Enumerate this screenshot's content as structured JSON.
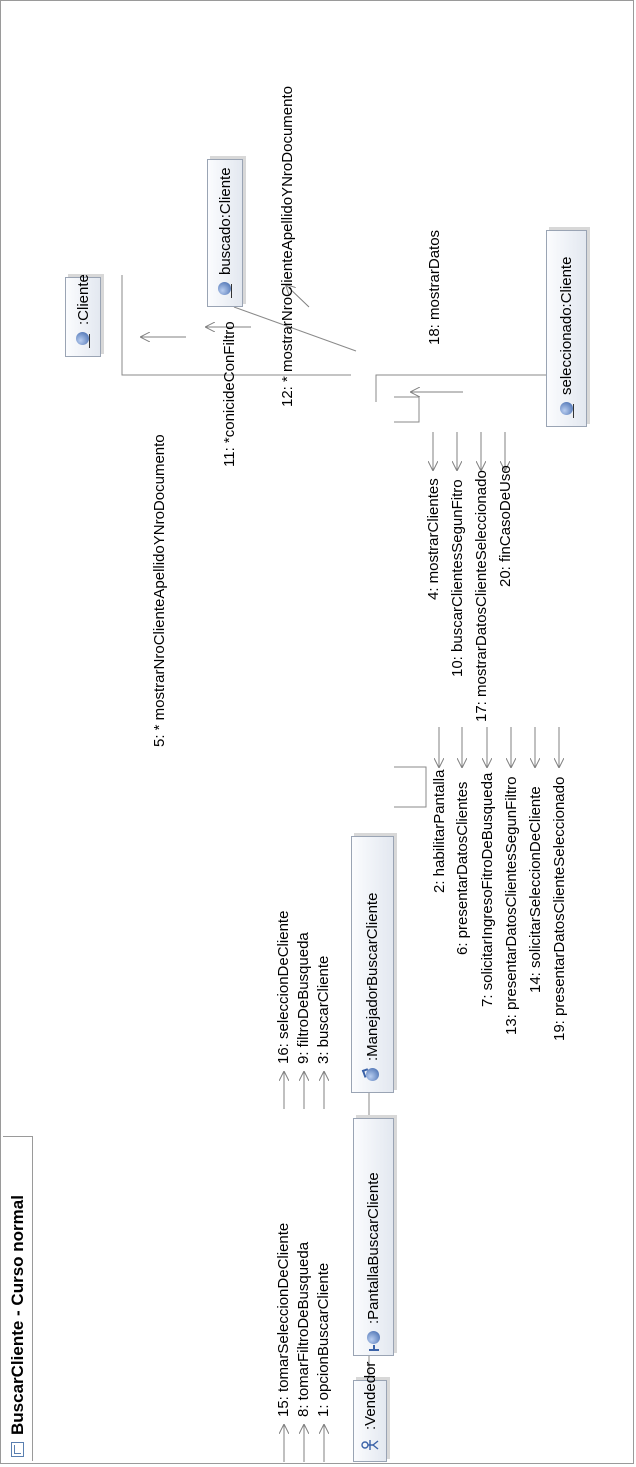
{
  "diagram": {
    "title": "BuscarCliente - Curso normal",
    "objects": {
      "vendedor": ":Vendedor",
      "pantalla": ":PantallaBuscarCliente",
      "manejador": ":ManejadorBuscarCliente",
      "cliente": ":Cliente",
      "buscado": "buscado:Cliente",
      "seleccionado": "seleccionado:Cliente"
    },
    "messages": {
      "vendedor_to_pantalla": [
        "15: tomarSeleccionDeCliente",
        "8: tomarFiltroDeBusqueda",
        "1: opcionBuscarCliente"
      ],
      "pantalla_to_manejador": [
        "16: seleccionDeCliente",
        "9: filtroDeBusqueda",
        "3: buscarCliente"
      ],
      "pantalla_self": [
        "2: habilitarPantalla",
        "6: presentarDatosClientes",
        "7: solicitarIngresoFitroDeBusqueda",
        "13: presentarDatosClientesSegunFiltro",
        "14: solicitarSeleccionDeCliente",
        "19: presentarDatosClienteSeleccionado"
      ],
      "manejador_self": [
        "4: mostrarClientes",
        "10: buscarClientesSegunFitro",
        "17: mostrarDatosClienteSeleccionado",
        "20: finCasoDeUso"
      ],
      "manejador_to_cliente": [
        "5: * mostrarNroClienteApellidoYNroDocumento",
        "11: *conicideConFiltro"
      ],
      "manejador_to_buscado": "12: * mostrarNroClienteApellidoYNroDocumento",
      "manejador_to_seleccionado": "18: mostrarDatos"
    }
  }
}
